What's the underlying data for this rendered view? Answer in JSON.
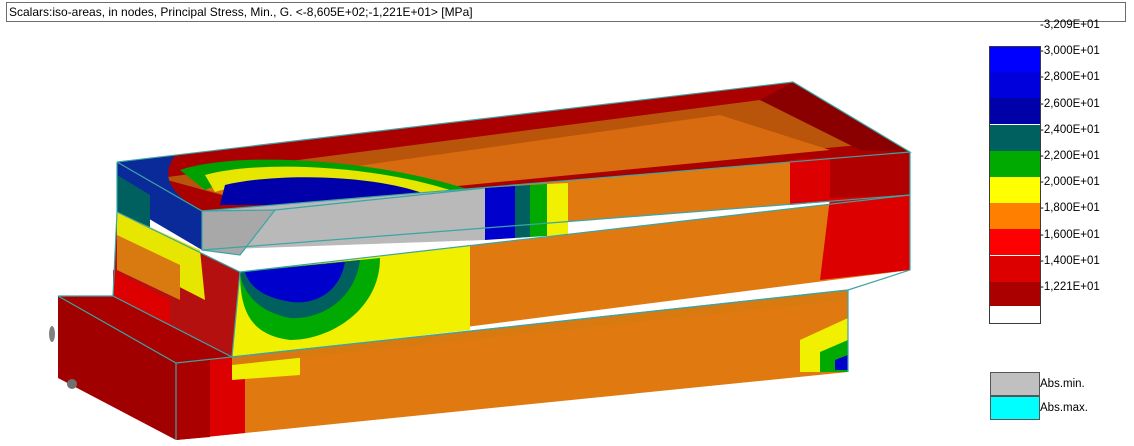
{
  "header": {
    "title": "Scalars:iso-areas, in nodes, Principal Stress, Min., G. <-8,605E+02;-1,221E+01> [MPa]"
  },
  "legend": {
    "levels": [
      {
        "label": "-3,209E+01",
        "color": "#0000ff"
      },
      {
        "label": "-3,000E+01",
        "color": "#0000dd"
      },
      {
        "label": "-2,800E+01",
        "color": "#0000a8"
      },
      {
        "label": "-2,600E+01",
        "color": "#006060"
      },
      {
        "label": "-2,400E+01",
        "color": "#00aa00"
      },
      {
        "label": "-2,200E+01",
        "color": "#ffff00"
      },
      {
        "label": "-2,000E+01",
        "color": "#ff8000"
      },
      {
        "label": "-1,800E+01",
        "color": "#ff0000"
      },
      {
        "label": "-1,600E+01",
        "color": "#dd0000"
      },
      {
        "label": "-1,400E+01",
        "color": "#aa0000"
      },
      {
        "label": "-1,221E+01",
        "color": ""
      }
    ],
    "abs_min": {
      "label": "Abs.min.",
      "color": "#c0c0c0"
    },
    "abs_max": {
      "label": "Abs.max.",
      "color": "#00ffff"
    }
  },
  "colors": {
    "edge": "#3aa5a5",
    "background": "#ffffff"
  }
}
